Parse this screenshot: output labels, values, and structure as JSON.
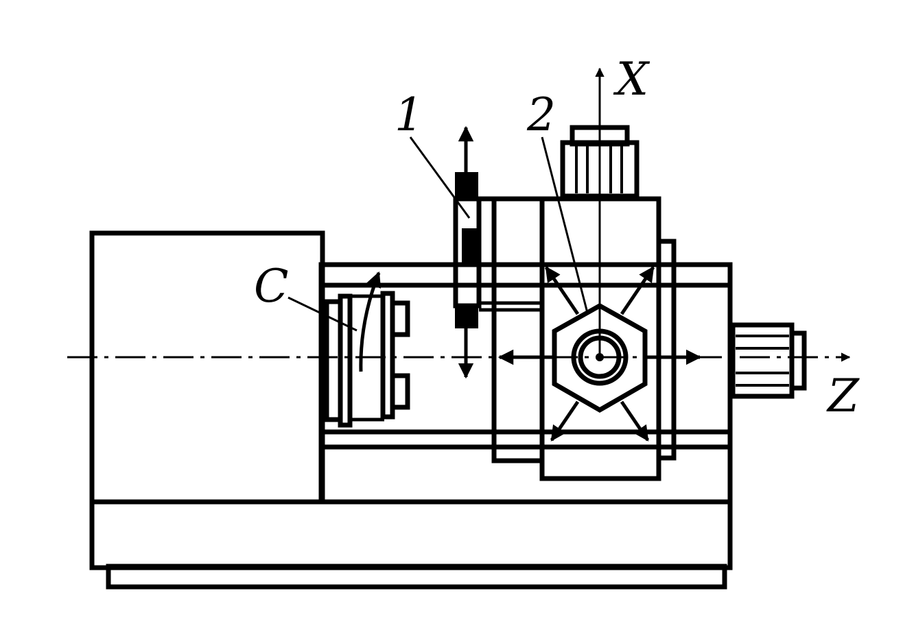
{
  "labels": {
    "part_1": "1",
    "part_2": "2",
    "axis_x": "X",
    "axis_z": "Z",
    "axis_c": "C"
  },
  "colors": {
    "line": "#000000",
    "background": "#ffffff"
  }
}
